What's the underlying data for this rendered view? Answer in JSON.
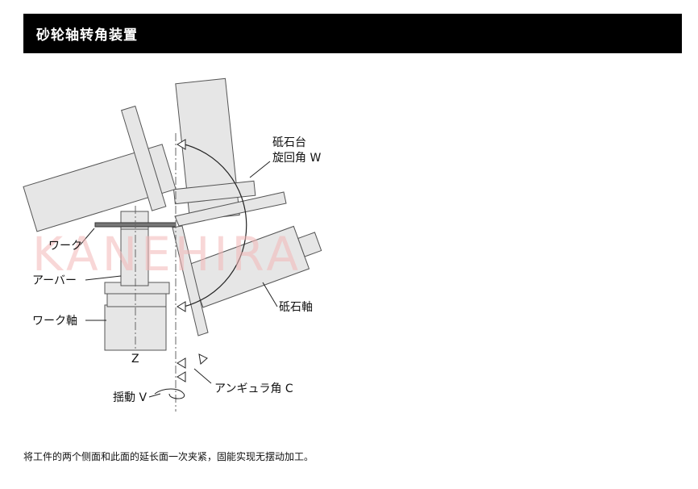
{
  "header": {
    "title": "砂轮轴转角装置"
  },
  "diagram": {
    "watermark": "KANEHIRA",
    "labels": {
      "wheel_head_line1": "砥石台",
      "wheel_head_line2": "旋回角 W",
      "workpiece": "ワーク",
      "arbor": "アーバー",
      "work_spindle": "ワーク軸",
      "wheel_spindle": "砥石軸",
      "z_axis": "Z",
      "oscillation": "揺動 V",
      "angular": "アンギュラ角 C"
    },
    "colors": {
      "header_bg": "#000000",
      "line": "#555555",
      "fill": "#e6e6e6",
      "watermark": "#f3b8b8"
    }
  },
  "caption": "将工件的两个侧面和此面的延长面一次夹紧，固能实现无摆动加工。"
}
